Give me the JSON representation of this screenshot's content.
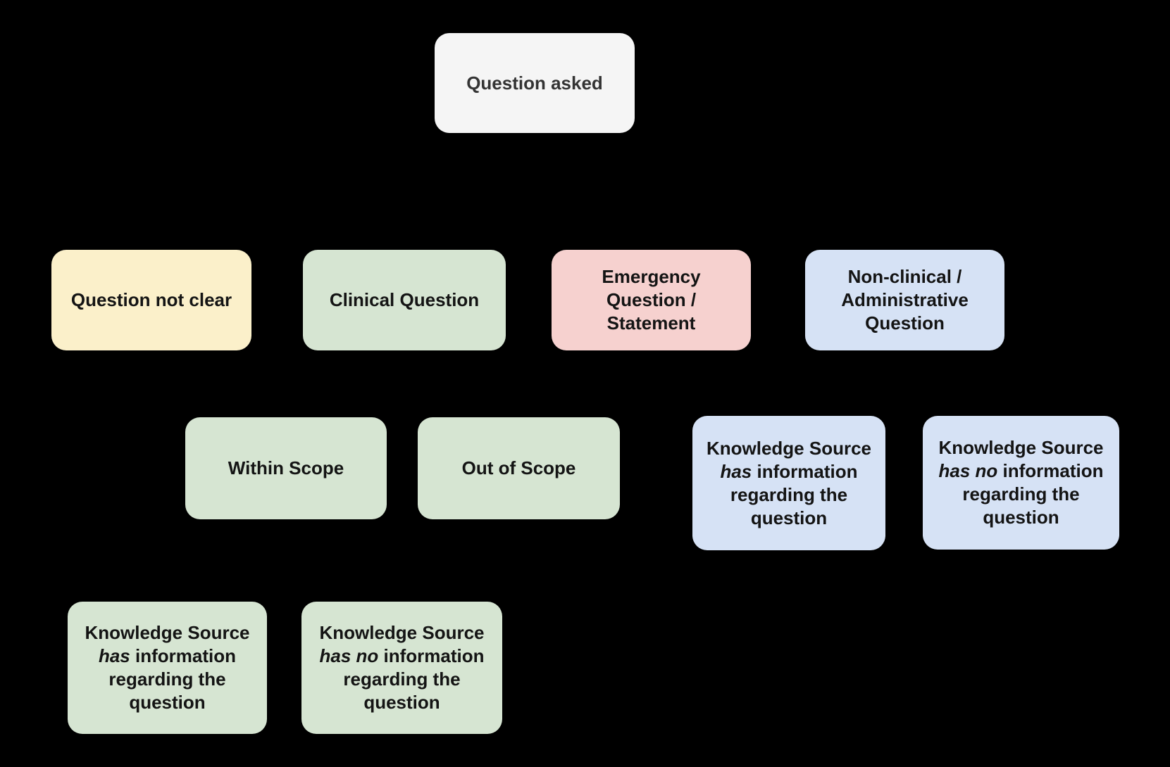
{
  "canvas": {
    "background": "#000000"
  },
  "colors": {
    "gray": "#F5F5F5",
    "yellow": "#FBF0CA",
    "green": "#D6E5D2",
    "pink": "#F6D1CF",
    "blue": "#D6E2F5",
    "text": "#141414",
    "text_soft": "#343434"
  },
  "nodes": {
    "question_asked": {
      "label": "Question asked"
    },
    "question_not_clear": {
      "label": "Question not clear"
    },
    "clinical_question": {
      "label": "Clinical Question"
    },
    "emergency": {
      "label": "Emergency\nQuestion /\nStatement"
    },
    "non_clinical": {
      "label": "Non-clinical /\nAdministrative\nQuestion"
    },
    "within_scope": {
      "label": "Within Scope"
    },
    "out_of_scope": {
      "label": "Out of Scope"
    },
    "ks_blue_has": {
      "line1": "Knowledge Source",
      "italic": "has",
      "line2_rest": " information",
      "line3": "regarding the",
      "line4": "question"
    },
    "ks_blue_hasno": {
      "line1": "Knowledge Source",
      "italic": "has no",
      "line2_rest": " information",
      "line3": "regarding the",
      "line4": "question"
    },
    "ks_green_has": {
      "line1": "Knowledge Source",
      "italic": "has",
      "line2_rest": " information",
      "line3": "regarding the",
      "line4": "question"
    },
    "ks_green_hasno": {
      "line1": "Knowledge Source",
      "italic": "has no",
      "line2_rest": " information",
      "line3": "regarding the",
      "line4": "question"
    }
  }
}
